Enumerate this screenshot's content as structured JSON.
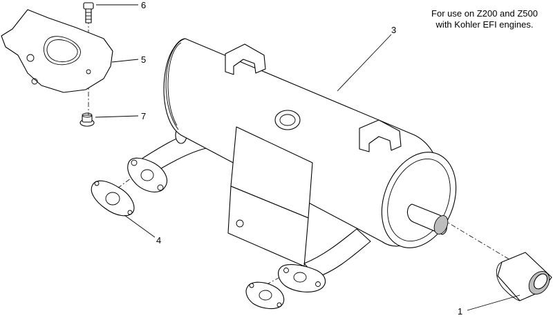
{
  "note": {
    "line1": "For use on Z200 and Z500",
    "line2": "with Kohler EFI engines."
  },
  "callouts": [
    "6",
    "5",
    "3",
    "7",
    "4",
    "1"
  ]
}
